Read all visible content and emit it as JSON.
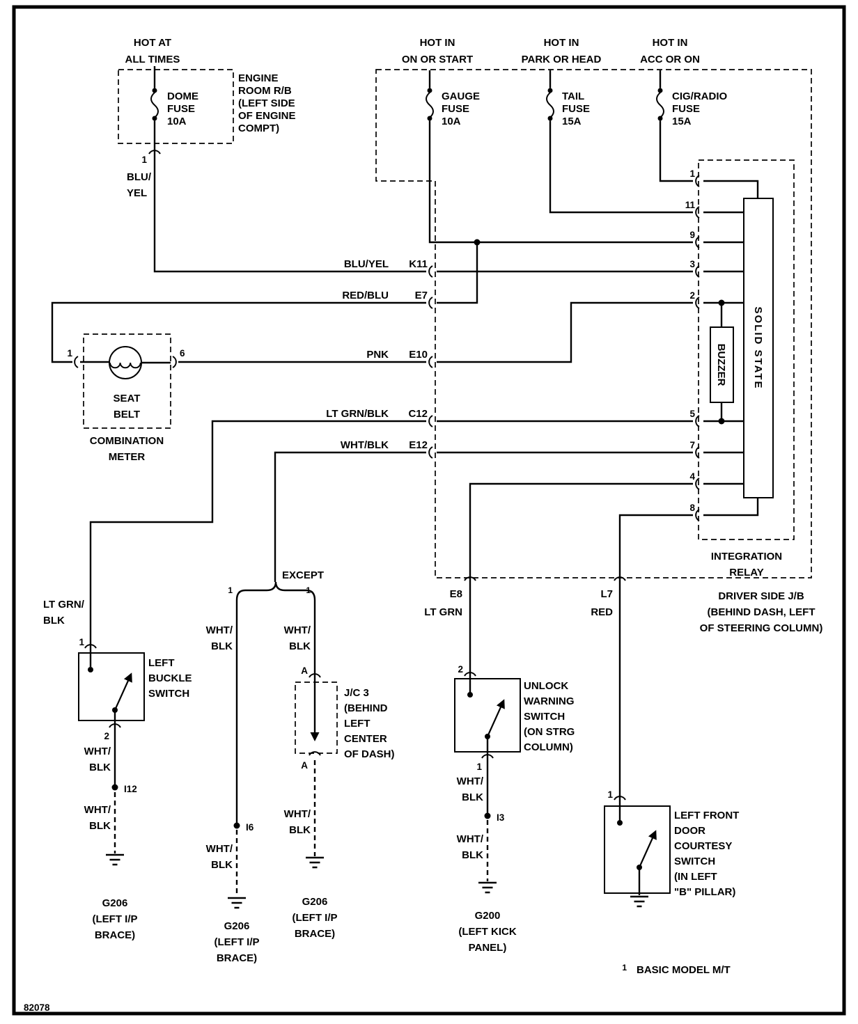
{
  "doc": {
    "number": "82078",
    "footnote_ref": "1",
    "footnote": "BASIC MODEL M/T"
  },
  "rails": {
    "dome": [
      "HOT AT",
      "ALL TIMES"
    ],
    "gauge": [
      "HOT IN",
      "ON OR START"
    ],
    "tail": [
      "HOT IN",
      "PARK OR HEAD"
    ],
    "cig": [
      "HOT IN",
      "ACC OR ON"
    ]
  },
  "fuses": {
    "dome": [
      "DOME",
      "FUSE",
      "10A"
    ],
    "gauge": [
      "GAUGE",
      "FUSE",
      "10A"
    ],
    "tail": [
      "TAIL",
      "FUSE",
      "15A"
    ],
    "cig": [
      "CIG/RADIO",
      "FUSE",
      "15A"
    ]
  },
  "engine_room_rb": [
    "ENGINE",
    "ROOM R/B",
    "(LEFT SIDE",
    "OF ENGINE",
    "COMPT)"
  ],
  "dome_pin": "1",
  "dome_wire": [
    "BLU/",
    "YEL"
  ],
  "jb": {
    "title": [
      "DRIVER SIDE J/B",
      "(BEHIND DASH, LEFT",
      "OF STEERING COLUMN)"
    ],
    "k11": {
      "wire": "BLU/YEL",
      "pin": "K11"
    },
    "e7": {
      "wire": "RED/BLU",
      "pin": "E7"
    },
    "e10": {
      "wire": "PNK",
      "pin": "E10"
    },
    "c12": {
      "wire": "LT GRN/BLK",
      "pin": "C12"
    },
    "e12": {
      "wire": "WHT/BLK",
      "pin": "E12"
    },
    "e8": {
      "pin": "E8",
      "wire": "LT GRN"
    },
    "l7": {
      "pin": "L7",
      "wire": "RED"
    }
  },
  "relay": {
    "title": [
      "INTEGRATION",
      "RELAY"
    ],
    "buzzer": "BUZZER",
    "solid_state": "SOLID STATE",
    "pins": [
      "1",
      "11",
      "9",
      "3",
      "2",
      "5",
      "7",
      "4",
      "8"
    ]
  },
  "meter": {
    "pin_left": "1",
    "pin_right": "6",
    "lamp": [
      "SEAT",
      "BELT"
    ],
    "title": [
      "COMBINATION",
      "METER"
    ]
  },
  "buckle": {
    "wire_in": [
      "LT GRN/",
      "BLK"
    ],
    "pin_in": "1",
    "title": [
      "LEFT",
      "BUCKLE",
      "SWITCH"
    ],
    "pin_out": "2",
    "wire_a": [
      "WHT/",
      "BLK"
    ],
    "splice": "I12",
    "wire_b": [
      "WHT/",
      "BLK"
    ],
    "ground": [
      "G206",
      "(LEFT I/P",
      "BRACE)"
    ]
  },
  "except": {
    "label": "EXCEPT",
    "ref_a": "1",
    "ref_b": "1",
    "left": {
      "wire_a": [
        "WHT/",
        "BLK"
      ],
      "splice": "I6",
      "wire_b": [
        "WHT/",
        "BLK"
      ],
      "ground": [
        "G206",
        "(LEFT I/P",
        "BRACE)"
      ]
    },
    "right": {
      "wire_a": [
        "WHT/",
        "BLK"
      ],
      "conn_a": "A",
      "title": [
        "J/C 3",
        "(BEHIND",
        "LEFT",
        "CENTER",
        "OF DASH)"
      ],
      "conn_b": "A",
      "wire_b": [
        "WHT/",
        "BLK"
      ],
      "ground": [
        "G206",
        "(LEFT I/P",
        "BRACE)"
      ]
    }
  },
  "unlock": {
    "pin_in": "2",
    "title": [
      "UNLOCK",
      "WARNING",
      "SWITCH",
      "(ON STRG",
      "COLUMN)"
    ],
    "pin_out": "1",
    "wire_a": [
      "WHT/",
      "BLK"
    ],
    "splice": "I3",
    "wire_b": [
      "WHT/",
      "BLK"
    ],
    "ground": [
      "G200",
      "(LEFT KICK",
      "PANEL)"
    ]
  },
  "courtesy": {
    "pin_in": "1",
    "title": [
      "LEFT FRONT",
      "DOOR",
      "COURTESY",
      "SWITCH",
      "(IN LEFT",
      "\"B\" PILLAR)"
    ]
  }
}
